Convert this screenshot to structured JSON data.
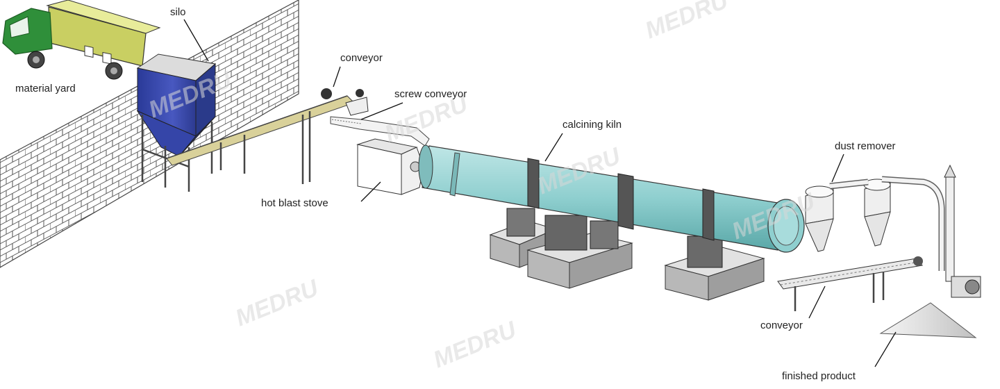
{
  "labels": {
    "material_yard": "material yard",
    "silo": "silo",
    "conveyor_top": "conveyor",
    "screw_conveyor": "screw conveyor",
    "calcining_kiln": "calcining kiln",
    "hot_blast_stove": "hot blast stove",
    "dust_remover": "dust remover",
    "conveyor_bottom": "conveyor",
    "finished_product": "finished product"
  },
  "watermark": "MEDRU",
  "colors": {
    "truck_cab": "#2f8f3a",
    "truck_body": "#c9cf62",
    "silo": "#3a49b0",
    "kiln": "#8fcfcf",
    "line": "#333333",
    "concrete": "#c9c9c9"
  }
}
